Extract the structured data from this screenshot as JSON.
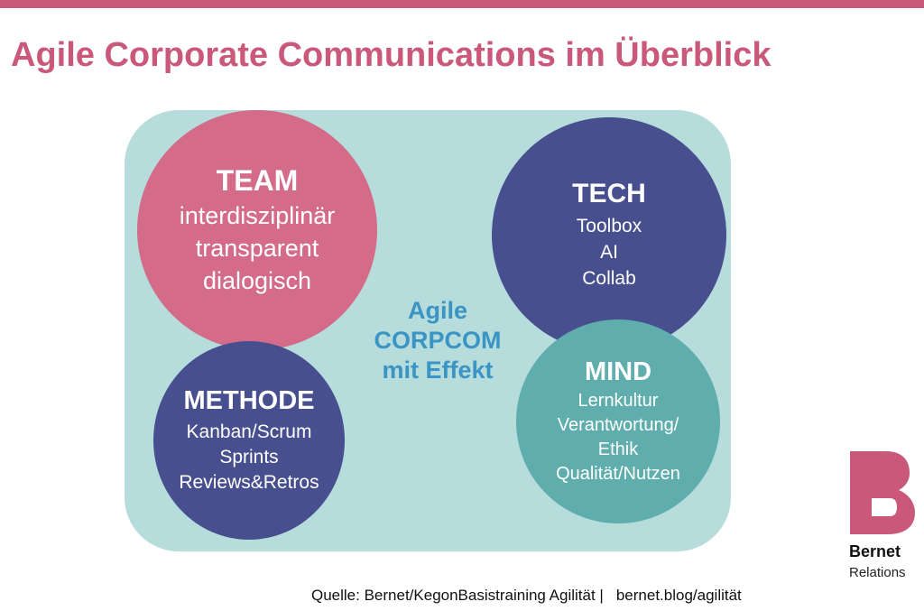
{
  "title": "Agile Corporate Communications im Überblick",
  "center": [
    "Agile",
    "CORPCOM",
    "mit Effekt"
  ],
  "circles": {
    "team": {
      "heading": "TEAM",
      "lines": [
        "interdisziplinär",
        "transparent",
        "dialogisch"
      ]
    },
    "tech": {
      "heading": "TECH",
      "lines": [
        "Toolbox",
        "AI",
        "Collab"
      ]
    },
    "methode": {
      "heading": "METHODE",
      "lines": [
        "Kanban/Scrum",
        "Sprints",
        "Reviews&Retros"
      ]
    },
    "mind": {
      "heading": "MIND",
      "lines": [
        "Lernkultur",
        "Verantwortung/",
        "Ethik",
        "Qualität/Nutzen"
      ]
    }
  },
  "footer": {
    "source": "Quelle: Bernet/KegonBasistraining Agilität |",
    "link": "bernet.blog/agilität"
  },
  "logo": {
    "name": "Bernet",
    "sub": "Relations"
  },
  "colors": {
    "pink": "#c9587b",
    "team": "#d46b89",
    "navy": "#474f8f",
    "teal": "#5fadad",
    "panel": "#b6dcdc",
    "center": "#3b95c4"
  }
}
